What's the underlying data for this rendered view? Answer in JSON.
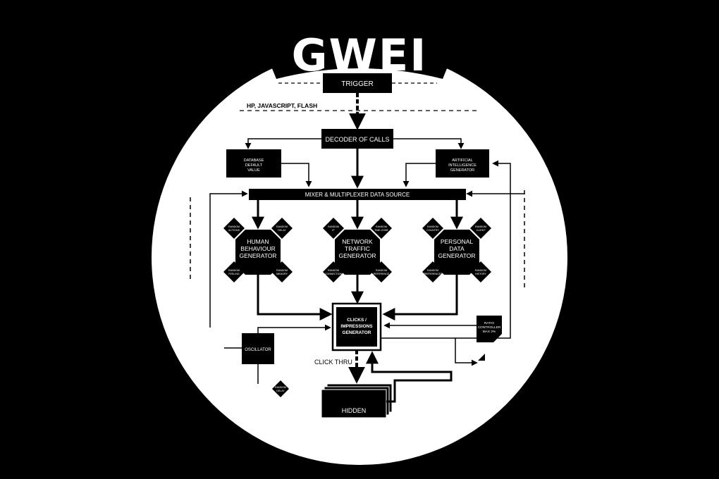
{
  "logo": {
    "text": "GWEI"
  },
  "colors": {
    "background": "#000000",
    "disc": "#ffffff",
    "ink": "#000000"
  },
  "nodes": {
    "trigger": "TRIGGER",
    "tech_line": "HP, JAVASCRIPT, FLASH",
    "decoder": "DECODER OF CALLS",
    "database": [
      "DATABASE",
      "DEFAULT",
      "VALUE"
    ],
    "ai": [
      "ARTIFICIAL",
      "INTELLIGENCE",
      "GENERATOR"
    ],
    "mixer": "MIXER & MULTIPLEXER  DATA  SOURCE",
    "human": [
      "HUMAN",
      "BEHAVIOUR",
      "GENERATOR"
    ],
    "network": [
      "NETWORK",
      "TRAFFIC",
      "GENERATOR"
    ],
    "personal": [
      "PERSONAL",
      "DATA",
      "GENERATOR"
    ],
    "clicks": [
      "CLICKS /",
      "IMPRESSIONS",
      "GENERATOR"
    ],
    "ratio": [
      "RATIO",
      "CONTROLLER",
      "MAX 2%"
    ],
    "oscillator": "OSCILLATOR",
    "click_thru": "CLICK THRU",
    "hidden": "HIDDEN",
    "random_bottom": [
      "RANDOM",
      "DELAY"
    ]
  },
  "satellites": {
    "human": [
      [
        "RANDOM",
        "ACTIONS"
      ],
      [
        "RANDOM",
        "DELAY"
      ],
      [
        "RANDOM",
        "FEELING"
      ],
      [
        "RANDOM",
        "MEMORY"
      ]
    ],
    "network": [
      [
        "RANDOM",
        "IP"
      ],
      [
        "RANDOM",
        "TIME-ZONE"
      ],
      [
        "RANDOM",
        "CONNECTION"
      ],
      [
        "RANDOM",
        "REFERENCE"
      ]
    ],
    "personal": [
      [
        "RANDOM",
        "COUNTRY"
      ],
      [
        "RANDOM",
        "CLIENT"
      ],
      [
        "RANDOM",
        "PREFERENCES"
      ],
      [
        "RANDOM",
        "HISTORY"
      ]
    ]
  }
}
